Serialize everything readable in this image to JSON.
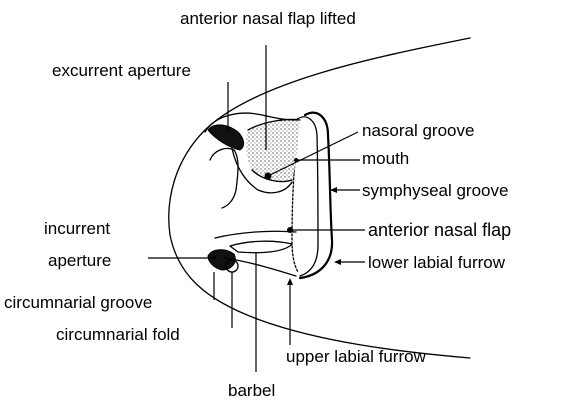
{
  "labels": {
    "anterior_nasal_flap_lifted": "anterior nasal flap lifted",
    "excurrent_aperture": "excurrent aperture",
    "nasoral_groove": "nasoral groove",
    "mouth": "mouth",
    "symphyseal_groove": "symphyseal groove",
    "incurrent_line1": "incurrent",
    "incurrent_line2": "aperture",
    "anterior_nasal_flap": "anterior nasal flap",
    "lower_labial_furrow": "lower labial furrow",
    "circumnarial_groove": "circumnarial groove",
    "circumnarial_fold": "circumnarial fold",
    "upper_labial_furrow": "upper labial furrow",
    "barbel": "barbel"
  }
}
